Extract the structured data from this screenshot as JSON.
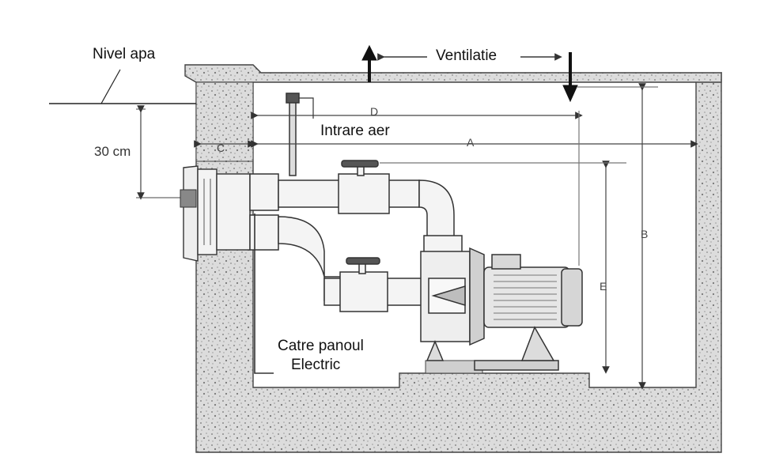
{
  "labels": {
    "water_level": "Nivel apa",
    "ventilation": "Ventilatie",
    "air_intake": "Intrare aer",
    "depth": "30 cm",
    "electric_panel_line1": "Catre panoul",
    "electric_panel_line2": "Electric"
  },
  "dimensions": {
    "a": "A",
    "b": "B",
    "c": "C",
    "d": "D",
    "e": "E"
  },
  "colors": {
    "concrete": "#d9d9d9",
    "concrete_dots": "#8a8a8a",
    "line": "#333333",
    "pipe_fill": "#f4f4f4",
    "motor_fill": "#e6e6e6"
  }
}
